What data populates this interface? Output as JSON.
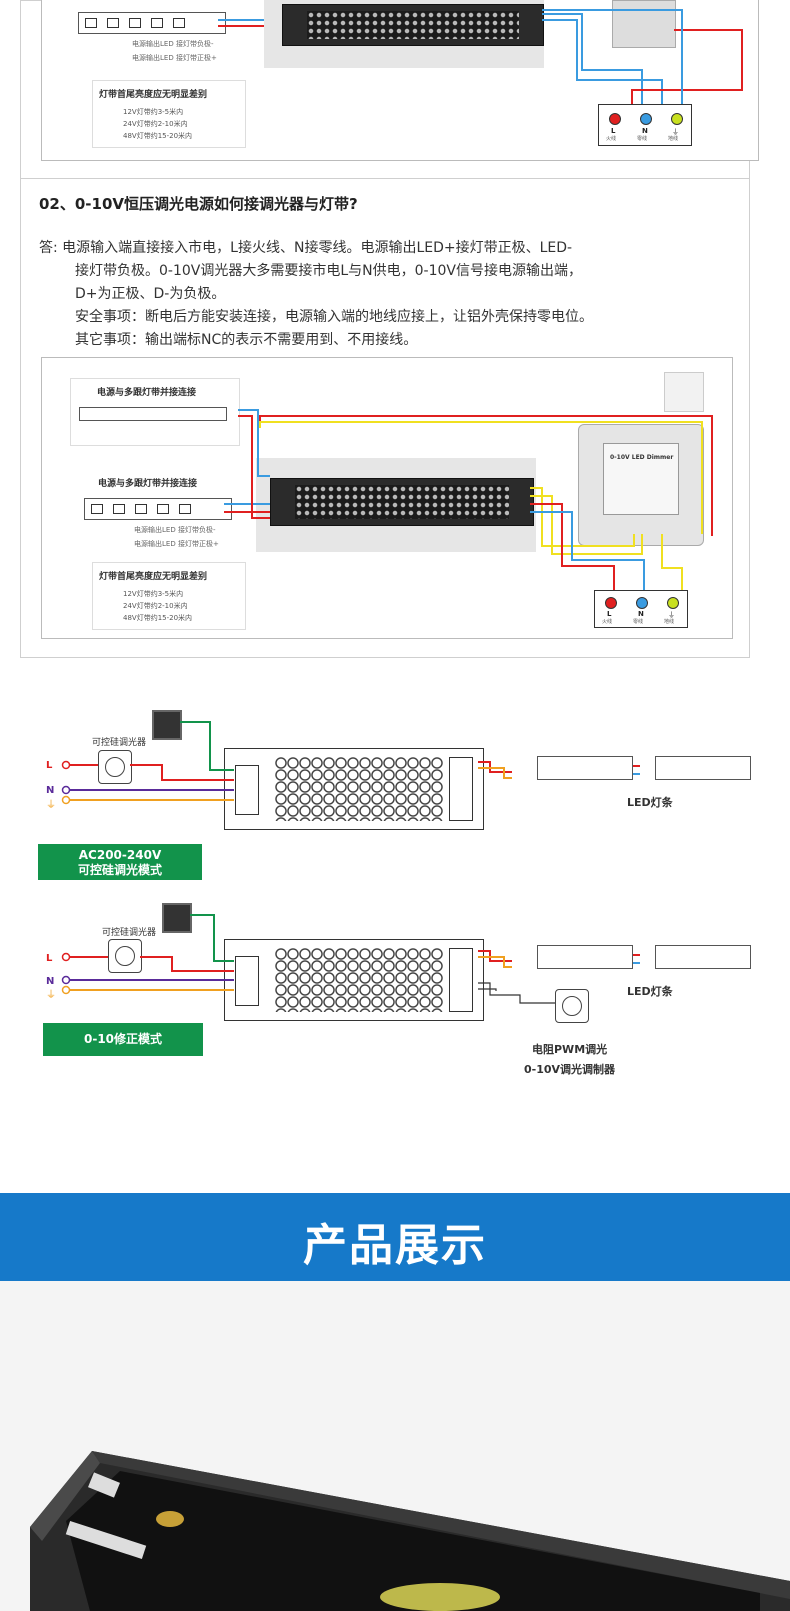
{
  "top_panel": {
    "strip_note_neg": "电源输出LED 接灯带负极-",
    "strip_note_pos": "电源输出LED 接灯带正极+",
    "brightness_box": {
      "title": "灯带首尾亮度应无明显差别",
      "lines": [
        "12V灯带约3-5米内",
        "24V灯带约2-10米内",
        "48V灯带约15-20米内"
      ]
    },
    "terminals": {
      "l": "L",
      "l_sub": "火线",
      "n": "N",
      "n_sub": "零线",
      "g_sub": "地线"
    }
  },
  "qa": {
    "heading": "02、0-10V恒压调光电源如何接调光器与灯带?",
    "answer_lines": [
      "答:  电源输入端直接接入市电，L接火线、N接零线。电源输出LED+接灯带正极、LED-",
      "接灯带负极。0-10V调光器大多需要接市电L与N供电，0-10V信号接电源输出端，",
      "D+为正极、D-为负极。",
      "安全事项：断电后方能安装连接，电源输入端的地线应接上，让铝外壳保持零电位。",
      "其它事项：输出端标NC的表示不需要用到、不用接线。"
    ]
  },
  "second_panel": {
    "multi_title_1": "电源与多跟灯带并接连接",
    "multi_title_2": "电源与多跟灯带并接连接",
    "strip_note_neg": "电源输出LED 接灯带负极-",
    "strip_note_pos": "电源输出LED 接灯带正极+",
    "brightness_box": {
      "title": "灯带首尾亮度应无明显差别",
      "lines": [
        "12V灯带约3-5米内",
        "24V灯带约2-10米内",
        "48V灯带约15-20米内"
      ]
    },
    "dimmer_text": "0-10V LED Dimmer",
    "terminals": {
      "l": "L",
      "l_sub": "火线",
      "n": "N",
      "n_sub": "零线",
      "g_sub": "地线"
    }
  },
  "diagram1": {
    "dimmer_label": "可控硅调光器",
    "l": "L",
    "n": "N",
    "led_label": "LED灯条",
    "mode_label_line1": "AC200-240V",
    "mode_label_line2": "可控硅调光模式"
  },
  "diagram2": {
    "dimmer_label": "可控硅调光器",
    "l": "L",
    "n": "N",
    "led_label": "LED灯条",
    "mode_label": "0-10修正模式",
    "pwm_line1": "电阻PWM调光",
    "pwm_line2": "0-10V调光调制器"
  },
  "banner": {
    "title": "产品展示",
    "color": "#1679c9"
  },
  "colors": {
    "red": "#e02020",
    "blue": "#3a9be0",
    "yellow": "#f0e020",
    "green": "#12934b",
    "orange": "#f0a020",
    "purple": "#5a2b9a"
  }
}
